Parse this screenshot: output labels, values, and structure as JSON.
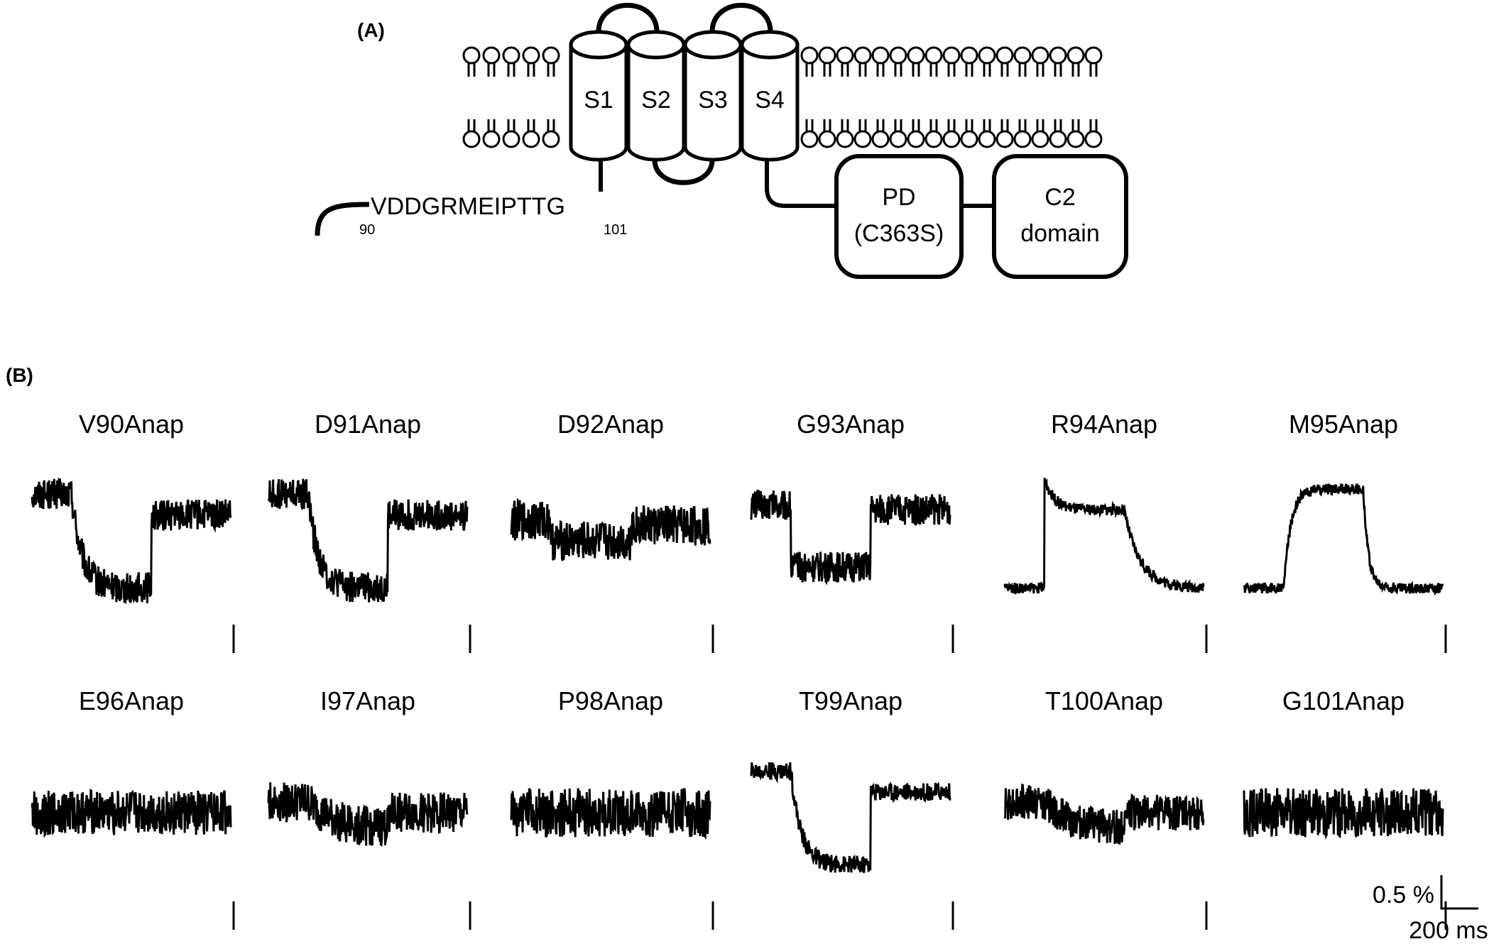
{
  "panel_a": {
    "label": "(A)",
    "segments": [
      "S1",
      "S2",
      "S3",
      "S4"
    ],
    "sequence": "VDDGRMEIPTTG",
    "seq_start": "90",
    "seq_end": "101",
    "pd_line1": "PD",
    "pd_line2": "(C363S)",
    "c2_line1": "C2",
    "c2_line2": "domain"
  },
  "panel_b": {
    "label": "(B)",
    "traces": [
      {
        "name": "V90Anap",
        "shape": "dec_to_step_up",
        "noise": 0.35
      },
      {
        "name": "D91Anap",
        "shape": "dec_to_step_up",
        "noise": 0.35
      },
      {
        "name": "D92Anap",
        "shape": "slight_dec",
        "noise": 0.45
      },
      {
        "name": "G93Anap",
        "shape": "step_dec",
        "noise": 0.35
      },
      {
        "name": "R94Anap",
        "shape": "rise_overshoot",
        "noise": 0.12
      },
      {
        "name": "M95Anap",
        "shape": "rise_plateau",
        "noise": 0.12
      },
      {
        "name": "E96Anap",
        "shape": "flat",
        "noise": 0.5
      },
      {
        "name": "I97Anap",
        "shape": "slight_dip",
        "noise": 0.45
      },
      {
        "name": "P98Anap",
        "shape": "flat",
        "noise": 0.55
      },
      {
        "name": "T99Anap",
        "shape": "dec_to_step_up",
        "noise": 0.2
      },
      {
        "name": "T100Anap",
        "shape": "slight_dip",
        "noise": 0.4
      },
      {
        "name": "G101Anap",
        "shape": "flat",
        "noise": 0.55
      }
    ],
    "scale_y": "0.5 %",
    "scale_x": "200 ms"
  }
}
